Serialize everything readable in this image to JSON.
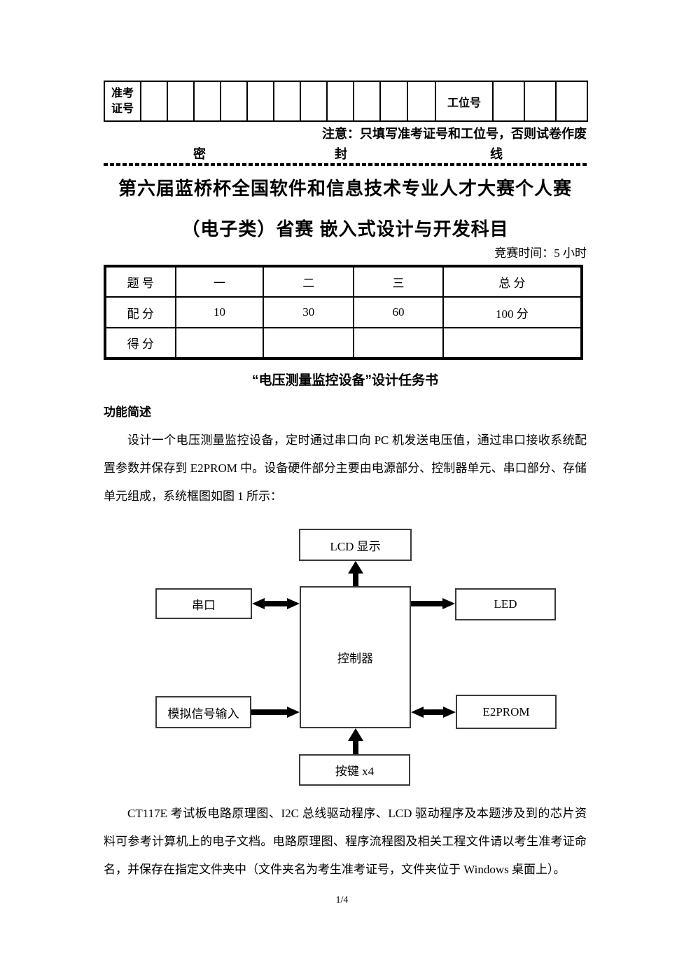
{
  "colors": {
    "text": "#000000",
    "background": "#ffffff",
    "border": "#000000"
  },
  "exam_header": {
    "admission_label_line1": "准考",
    "admission_label_line2": "证号",
    "station_label": "工位号",
    "notice": "注意：只填写准考证号和工位号，否则试卷作废",
    "seal": [
      "密",
      "封",
      "线"
    ]
  },
  "title": {
    "line1": "第六届蓝桥杯全国软件和信息技术专业人才大赛个人赛",
    "line2": "（电子类）省赛 嵌入式设计与开发科目",
    "duration": "竞赛时间：5 小时"
  },
  "score_table": {
    "headers": [
      "题  号",
      "一",
      "二",
      "三",
      "总  分"
    ],
    "rows": [
      {
        "label": "配  分",
        "values": [
          "10",
          "30",
          "60",
          "100 分"
        ]
      },
      {
        "label": "得  分",
        "values": [
          "",
          "",
          "",
          ""
        ]
      }
    ]
  },
  "task": {
    "heading": "“电压测量监控设备”设计任务书",
    "section1_title": "功能简述",
    "paragraph1": "设计一个电压测量监控设备，定时通过串口向 PC 机发送电压值，通过串口接收系统配置参数并保存到 E2PROM 中。设备硬件部分主要由电源部分、控制器单元、串口部分、存储单元组成，系统框图如图 1 所示：",
    "paragraph2": "CT117E 考试板电路原理图、I2C 总线驱动程序、LCD 驱动程序及本题涉及到的芯片资料可参考计算机上的电子文档。电路原理图、程序流程图及相关工程文件请以考生准考证命名，并保存在指定文件夹中（文件夹名为考生准考证号，文件夹位于 Windows 桌面上）。"
  },
  "diagram": {
    "lcd": "LCD 显示",
    "serial": "串口",
    "controller": "控制器",
    "led": "LED",
    "analog_input": "模拟信号输入",
    "eeprom": "E2PROM",
    "keys": "按键 x4"
  },
  "footer": {
    "page_number": "1/4"
  }
}
